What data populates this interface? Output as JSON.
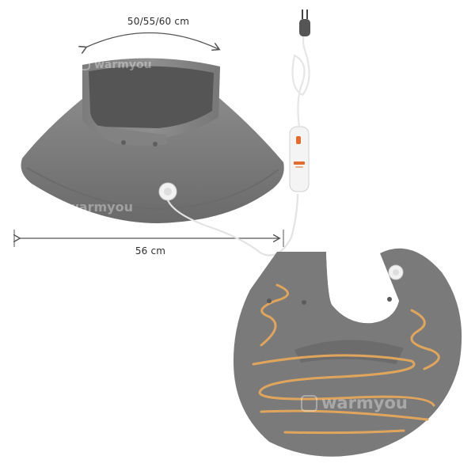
{
  "dimensions": {
    "circumference_label": "50/55/60 cm",
    "width_label": "56 cm"
  },
  "watermark": {
    "brand": "warmyou"
  },
  "colors": {
    "fabric": "#777777",
    "fabric_dark": "#6a6a6a",
    "fabric_inner": "#5a5a5a",
    "fabric_edge": "#8a8a8a",
    "heating_wire": "#e0a55c",
    "cable": "#eeeeee",
    "controller": "#f4f4f4",
    "controller_accent": "#e36b2c",
    "dimension_line": "#555555"
  },
  "icons": {
    "plug": "plug-icon",
    "connector": "connector-icon",
    "controller": "remote-controller-icon"
  }
}
